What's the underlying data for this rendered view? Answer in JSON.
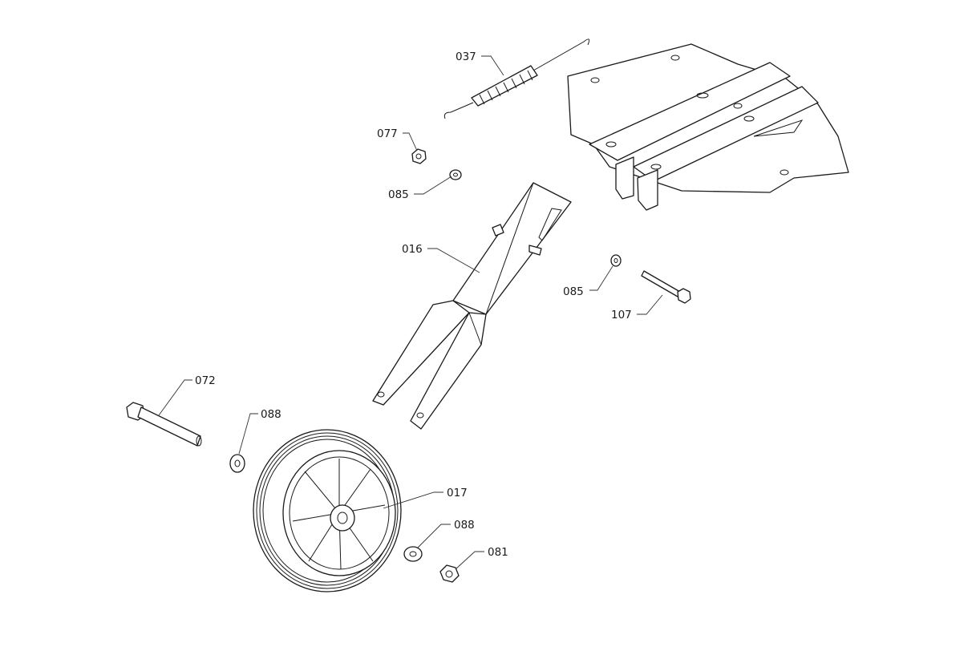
{
  "labels": {
    "spring": "037",
    "nut_top": "077",
    "washer_top": "085",
    "arm": "016",
    "washer_right": "085",
    "bolt_short": "107",
    "bolt_long": "072",
    "washer_left": "088",
    "wheel": "017",
    "washer_bottom": "088",
    "nut_bottom": "081"
  }
}
